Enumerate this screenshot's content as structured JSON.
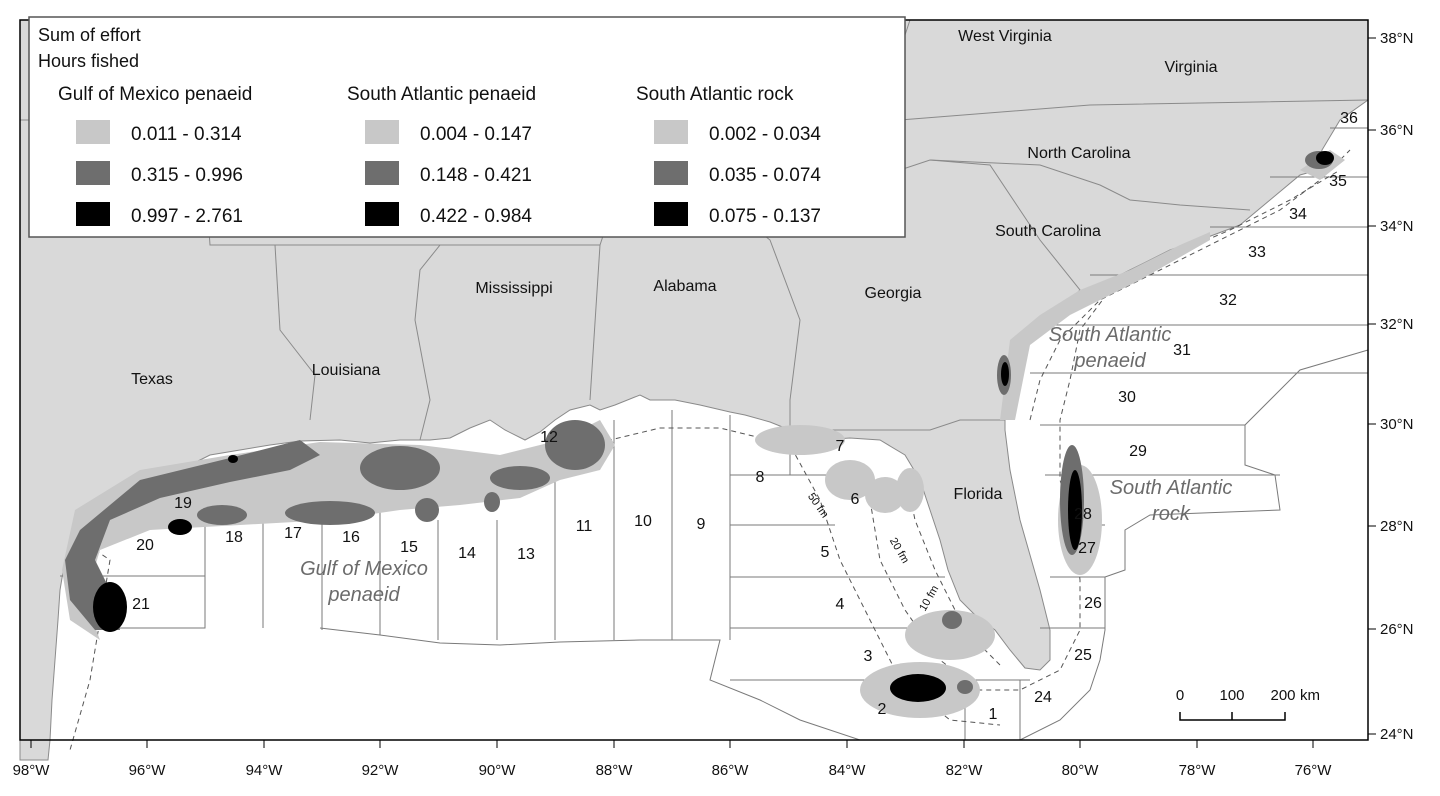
{
  "legend": {
    "title_line1": "Sum of effort",
    "title_line2": "Hours fished",
    "columns": [
      {
        "heading": "Gulf of Mexico penaeid",
        "classes": [
          "0.011 - 0.314",
          "0.315 - 0.996",
          "0.997 - 2.761"
        ]
      },
      {
        "heading": "South Atlantic penaeid",
        "classes": [
          "0.004 - 0.147",
          "0.148 - 0.421",
          "0.422 - 0.984"
        ]
      },
      {
        "heading": "South Atlantic rock",
        "classes": [
          "0.002 - 0.034",
          "0.035 - 0.074",
          "0.075 - 0.137"
        ]
      }
    ],
    "class_colors": [
      "#c8c8c8",
      "#6e6e6e",
      "#000000"
    ]
  },
  "states": [
    "West Virginia",
    "Virginia",
    "North Carolina",
    "South Carolina",
    "Mississippi",
    "Alabama",
    "Georgia",
    "Texas",
    "Louisiana",
    "Florida"
  ],
  "fisheries": [
    {
      "line1": "South Atlantic",
      "line2": "penaeid"
    },
    {
      "line1": "South Atlantic",
      "line2": "rock"
    },
    {
      "line1": "Gulf of Mexico",
      "line2": "penaeid"
    }
  ],
  "zones": [
    "1",
    "2",
    "3",
    "4",
    "5",
    "6",
    "7",
    "8",
    "9",
    "10",
    "11",
    "12",
    "13",
    "14",
    "15",
    "16",
    "17",
    "18",
    "19",
    "20",
    "21",
    "24",
    "25",
    "26",
    "27",
    "28",
    "29",
    "30",
    "31",
    "32",
    "33",
    "34",
    "35",
    "36"
  ],
  "depth_contours": [
    "50 fm",
    "20 fm",
    "10 fm"
  ],
  "longitude_ticks": [
    "98°W",
    "96°W",
    "94°W",
    "92°W",
    "90°W",
    "88°W",
    "86°W",
    "84°W",
    "82°W",
    "80°W",
    "78°W",
    "76°W"
  ],
  "latitude_ticks": [
    "38°N",
    "36°N",
    "34°N",
    "32°N",
    "30°N",
    "28°N",
    "26°N",
    "24°N"
  ],
  "scale_bar": {
    "labels": [
      "0",
      "100",
      "200"
    ],
    "unit": "km"
  },
  "colors": {
    "land": "#d9d9d9",
    "ocean": "#ffffff",
    "border": "#8a8a8a"
  }
}
